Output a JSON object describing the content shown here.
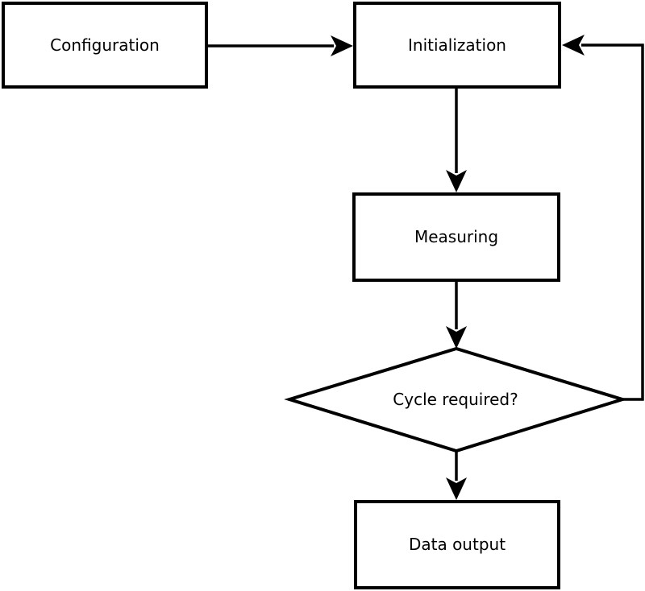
{
  "diagram": {
    "type": "flowchart",
    "colors": {
      "background": "#ffffff",
      "line": "#000000",
      "text": "#000000",
      "node_fill": "#ffffff"
    },
    "nodes": [
      {
        "id": "configuration",
        "shape": "rectangle",
        "label": "Configuration"
      },
      {
        "id": "initialization",
        "shape": "rectangle",
        "label": "Initialization"
      },
      {
        "id": "measuring",
        "shape": "rectangle",
        "label": "Measuring"
      },
      {
        "id": "cycle-required",
        "shape": "diamond",
        "label": "Cycle required?"
      },
      {
        "id": "data-output",
        "shape": "rectangle",
        "label": "Data output"
      }
    ],
    "edges": [
      {
        "from": "configuration",
        "to": "initialization",
        "style": "arrow"
      },
      {
        "from": "initialization",
        "to": "measuring",
        "style": "arrow"
      },
      {
        "from": "measuring",
        "to": "cycle-required",
        "style": "arrow"
      },
      {
        "from": "cycle-required",
        "to": "data-output",
        "style": "arrow"
      },
      {
        "from": "cycle-required",
        "to": "initialization",
        "style": "arrow",
        "note": "feedback loop"
      }
    ]
  }
}
